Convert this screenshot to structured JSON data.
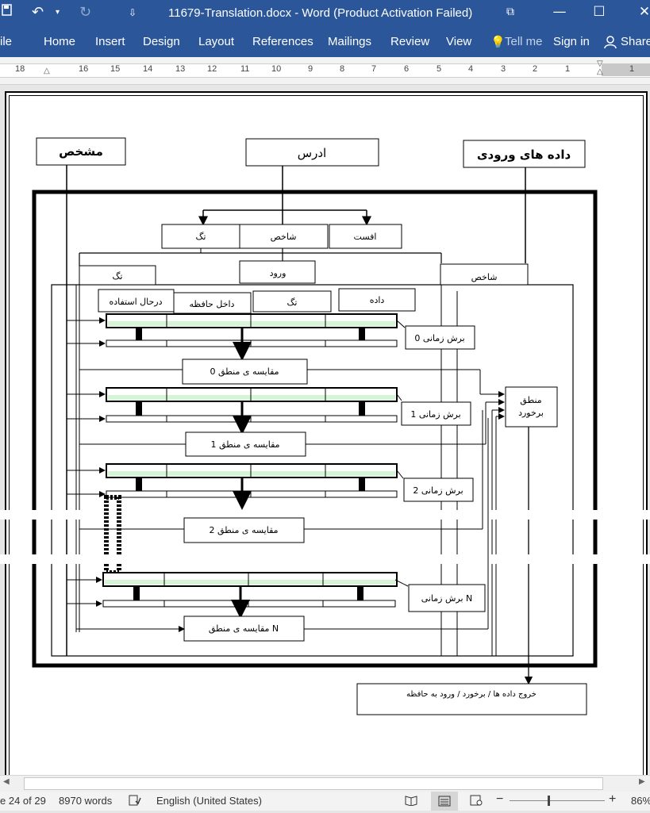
{
  "window": {
    "title": "11679-Translation.docx - Word (Product Activation Failed)",
    "save_icon": "save-icon",
    "undo_icon": "undo-icon",
    "redo_icon": "redo-icon",
    "customize_icon": "customize-quick-access-icon",
    "ribbon_display_icon": "ribbon-display-options-icon",
    "minimize_icon": "minimize-icon",
    "maximize_icon": "maximize-icon",
    "close_icon": "close-icon"
  },
  "ribbon": {
    "tabs": [
      "ile",
      "Home",
      "Insert",
      "Design",
      "Layout",
      "References",
      "Mailings",
      "Review",
      "View"
    ],
    "tell_me": "Tell me",
    "sign_in": "Sign in",
    "share": "Share"
  },
  "ruler": {
    "numbers": [
      "18",
      "16",
      "15",
      "14",
      "13",
      "12",
      "11",
      "10",
      "9",
      "8",
      "7",
      "6",
      "5",
      "4",
      "3",
      "2",
      "1",
      "1"
    ]
  },
  "diagram": {
    "top_labels": {
      "identifier": "مشخص",
      "address": "ادرس",
      "input_data": "داده های ورودی"
    },
    "address_parts": {
      "tag": "تگ",
      "index": "شاخص",
      "offset": "افست"
    },
    "bus_labels": {
      "tag": "تگ",
      "input": "ورود",
      "index": "شاخص"
    },
    "columns": {
      "in_use": "درحال استفاده",
      "in_memory": "داخل حافظه",
      "tag": "تگ",
      "data": "داده"
    },
    "slices": [
      "برش زمانی 0",
      "برش زمانی 1",
      "برش زمانی 2",
      "برش زمانی N"
    ],
    "comparators": [
      "مقایسه ی منطق 0",
      "مقایسه ی منطق 1",
      "مقایسه ی منطق 2",
      "مقایسه ی منطق N"
    ],
    "hit_logic": [
      "منطق",
      "برخورد"
    ],
    "output": "خروج داده ها / برخورد / ورود به حافظه"
  },
  "status": {
    "page": "e 24 of 29",
    "words": "8970 words",
    "language": "English (United States)",
    "zoom": "86%"
  }
}
